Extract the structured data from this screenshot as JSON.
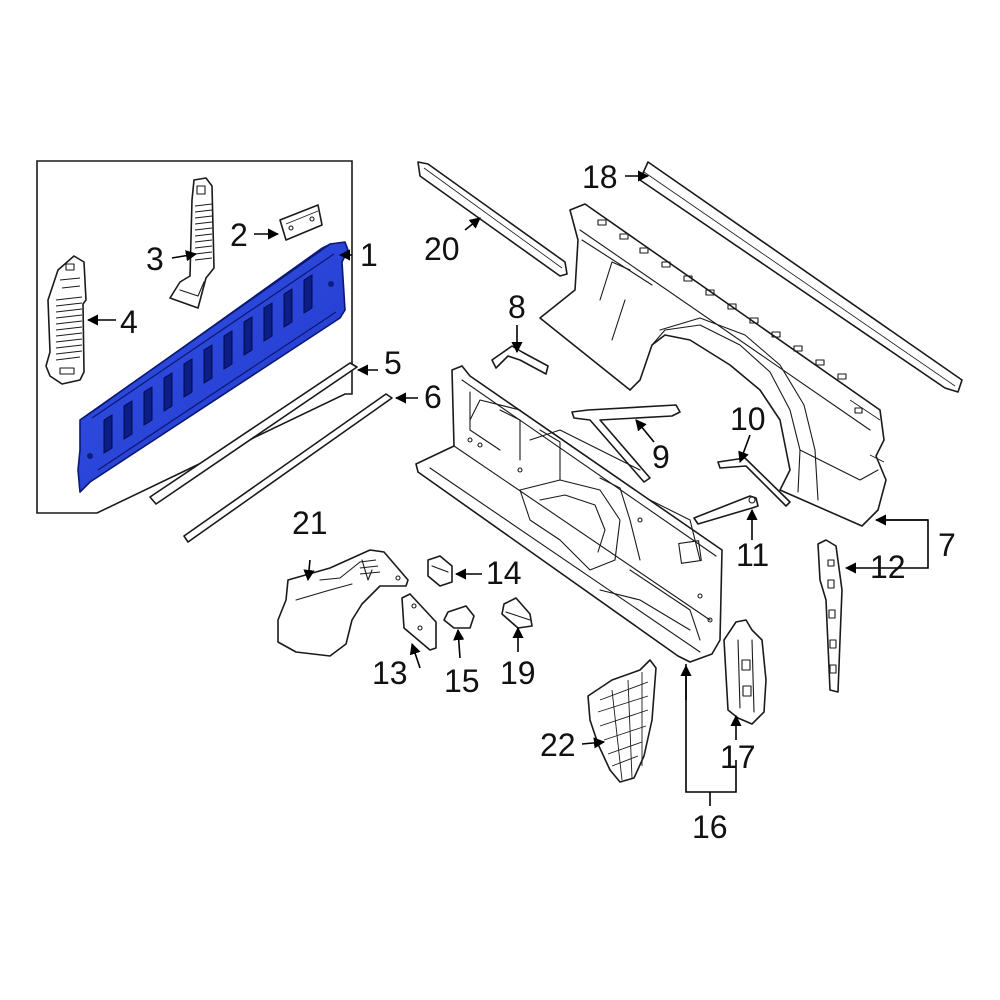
{
  "colors": {
    "highlight": "#2a46e0",
    "highlight_dark": "#0b1e86",
    "line": "#1a1a1a",
    "background": "#ffffff"
  },
  "callouts": {
    "c1": "1",
    "c2": "2",
    "c3": "3",
    "c4": "4",
    "c5": "5",
    "c6": "6",
    "c7": "7",
    "c8": "8",
    "c9": "9",
    "c10": "10",
    "c11": "11",
    "c12": "12",
    "c13": "13",
    "c14": "14",
    "c15": "15",
    "c16": "16",
    "c17": "17",
    "c18": "18",
    "c19": "19",
    "c20": "20",
    "c21": "21",
    "c22": "22"
  }
}
